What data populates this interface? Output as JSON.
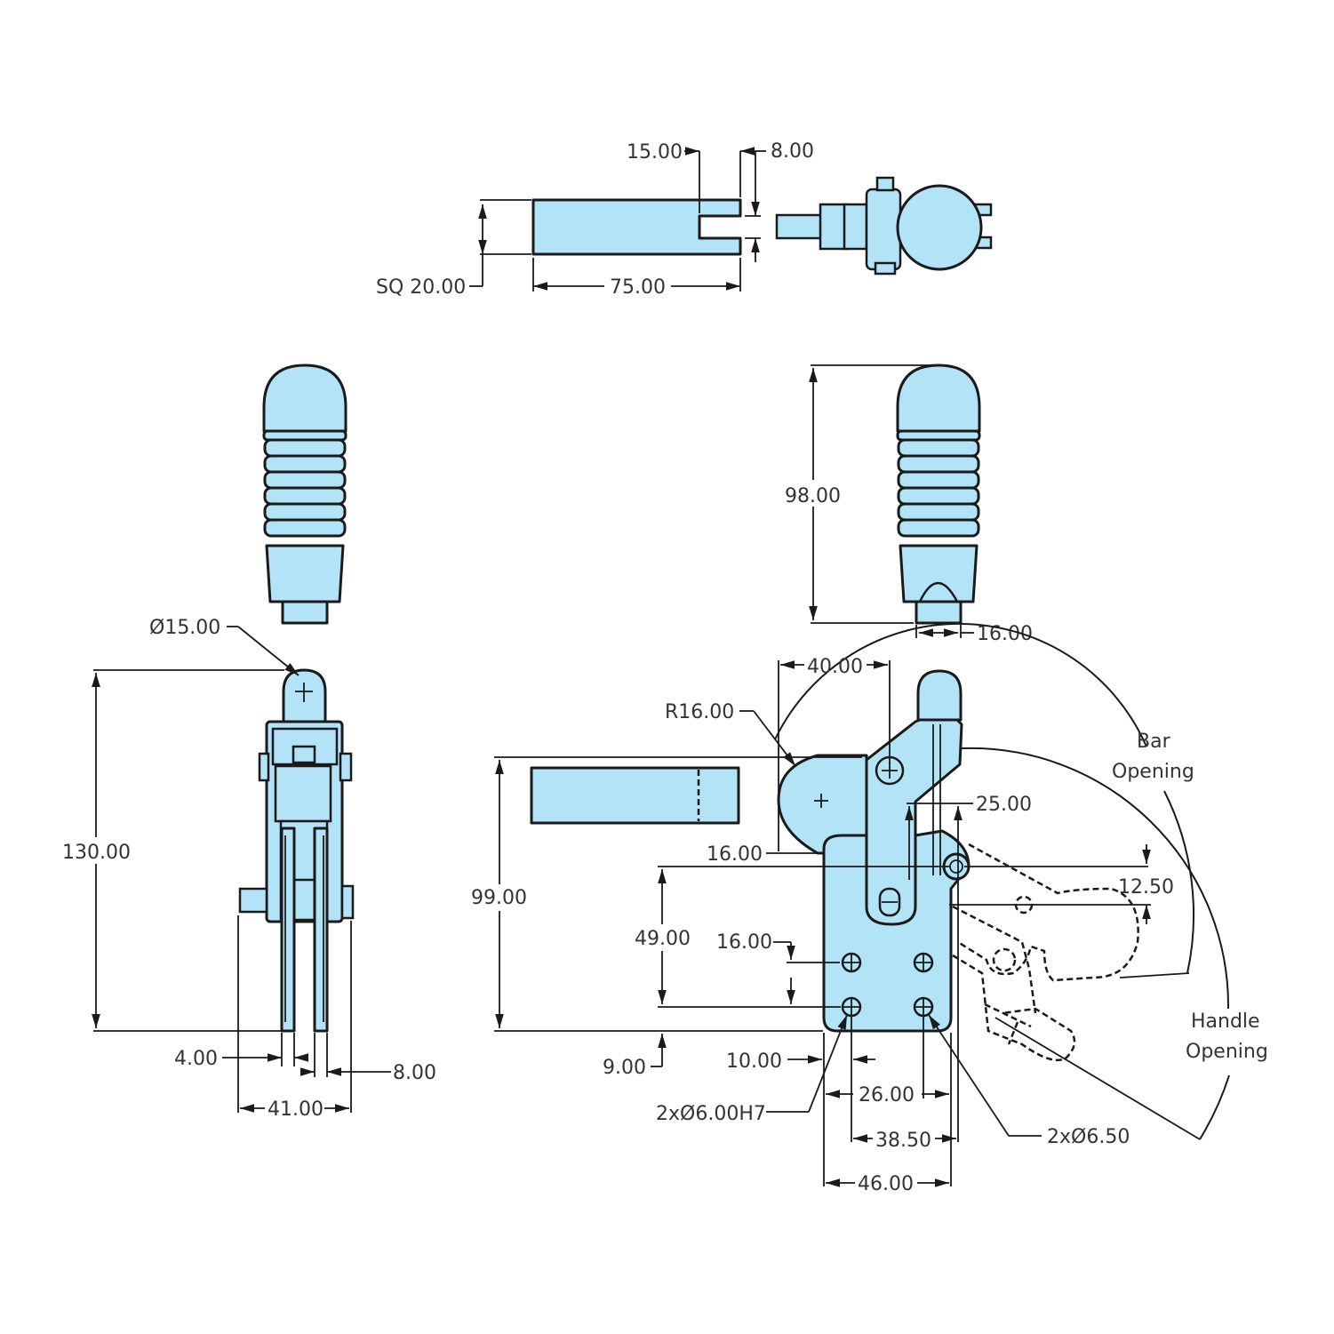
{
  "colors": {
    "part_fill": "#b3e3f7",
    "outline": "#1a1a1a",
    "text": "#333333"
  },
  "top_view": {
    "dim_slot_width": "15.00",
    "dim_slot_depth": "8.00",
    "dim_bar_square": "SQ 20.00",
    "dim_bar_length": "75.00"
  },
  "handle_views": {
    "dim_grip_length": "98.00",
    "dim_grip_shank": "16.00"
  },
  "front_view": {
    "dim_knob_diameter": "Ø15.00",
    "dim_total_height": "130.00",
    "dim_leg_width": "4.00",
    "dim_leg_gap": "8.00",
    "dim_base_width": "41.00"
  },
  "side_view": {
    "dim_pivot_offset": "40.00",
    "dim_radius": "R16.00",
    "dim_pivot_vertical": "25.00",
    "dim_bar_height": "16.00",
    "dim_arm_drop": "12.50",
    "dim_overall_height": "99.00",
    "dim_pivot_height": "49.00",
    "dim_hole_spacing_v": "16.00",
    "dim_base_offset": "9.00",
    "dim_hole_edge": "10.00",
    "dim_hole_spacing_h": "26.00",
    "dim_hole_span": "38.50",
    "dim_base_length": "46.00",
    "label_pin_holes": "2xØ6.00H7",
    "label_mount_holes": "2xØ6.50",
    "label_bar_opening_1": "Bar",
    "label_bar_opening_2": "Opening",
    "label_handle_opening_1": "Handle",
    "label_handle_opening_2": "Opening"
  }
}
